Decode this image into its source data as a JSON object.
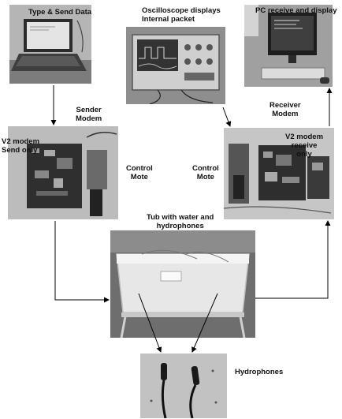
{
  "labels": {
    "type_send": "Type & Send Data",
    "oscilloscope_line1": "Oscilloscope displays",
    "oscilloscope_line2": "Internal packet",
    "pc_receive": "PC receive and display",
    "sender_modem_line1": "Sender",
    "sender_modem_line2": "Modem",
    "receiver_modem_line1": "Receiver",
    "receiver_modem_line2": "Modem",
    "v2_send_line1": "V2 modem",
    "v2_send_line2": "Send only",
    "v2_receive_line1": "V2 modem",
    "v2_receive_line2": "receive",
    "v2_receive_line3": "only",
    "control_mote_left_line1": "Control",
    "control_mote_left_line2": "Mote",
    "control_mote_right_line1": "Control",
    "control_mote_right_line2": "Mote",
    "tub_line1": "Tub with water and",
    "tub_line2": "hydrophones",
    "hydrophones": "Hydrophones"
  },
  "colors": {
    "arrow": "#000000",
    "photo_dark": "#3a3a3a",
    "photo_mid": "#8a8a8a",
    "photo_light": "#d8d8d8"
  },
  "photos": [
    "laptop-photo",
    "oscilloscope-photo",
    "pc-monitor-photo",
    "sender-modem-photo",
    "receiver-modem-photo",
    "tub-photo",
    "hydrophones-photo"
  ]
}
